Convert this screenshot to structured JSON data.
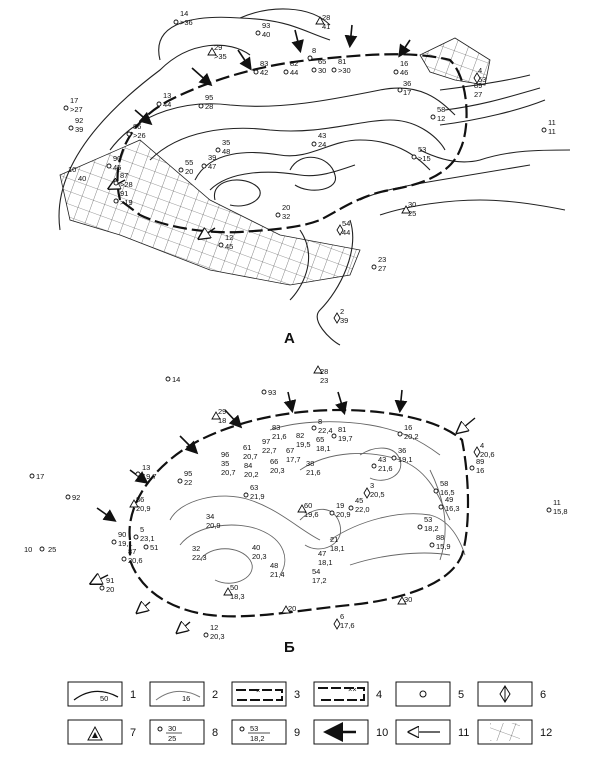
{
  "panels": {
    "a": {
      "label": "А"
    },
    "b": {
      "label": "Б"
    }
  },
  "map_a_points": [
    {
      "id": "14",
      "v": ">36"
    },
    {
      "id": "93",
      "v": "40"
    },
    {
      "id": "28",
      "v": "41"
    },
    {
      "id": "29",
      "v": ">35"
    },
    {
      "id": "8",
      "v": ""
    },
    {
      "id": "83",
      "v": "42"
    },
    {
      "id": "82",
      "v": "44"
    },
    {
      "id": "65",
      "v": "30"
    },
    {
      "id": "81",
      "v": ">30"
    },
    {
      "id": "16",
      "v": "46"
    },
    {
      "id": "36",
      "v": "17"
    },
    {
      "id": "4",
      "v": "53"
    },
    {
      "id": "89",
      "v": "27"
    },
    {
      "id": "17",
      "v": ">27"
    },
    {
      "id": "13",
      "v": "44"
    },
    {
      "id": "95",
      "v": "28"
    },
    {
      "id": "92",
      "v": "39"
    },
    {
      "id": "86",
      "v": ">26"
    },
    {
      "id": "58",
      "v": "12"
    },
    {
      "id": "11",
      "v": "11"
    },
    {
      "id": "43",
      "v": "24"
    },
    {
      "id": "53",
      "v": ">15"
    },
    {
      "id": "10",
      "v": "40"
    },
    {
      "id": "90",
      "v": "45"
    },
    {
      "id": "87",
      "v": ">28"
    },
    {
      "id": "55",
      "v": "20"
    },
    {
      "id": "39",
      "v": "47"
    },
    {
      "id": "35",
      "v": "48"
    },
    {
      "id": "30",
      "v": "25"
    },
    {
      "id": "91",
      "v": ">19"
    },
    {
      "id": "12",
      "v": "45"
    },
    {
      "id": "20",
      "v": "32"
    },
    {
      "id": "54",
      "v": "44"
    },
    {
      "id": "23",
      "v": "27"
    },
    {
      "id": "2",
      "v": "39"
    }
  ],
  "map_b_points": [
    {
      "id": "14",
      "v": ""
    },
    {
      "id": "28",
      "v": "23"
    },
    {
      "id": "93",
      "v": ""
    },
    {
      "id": "29",
      "v": "18"
    },
    {
      "id": "8",
      "v": "22,4"
    },
    {
      "id": "83",
      "v": "21,6"
    },
    {
      "id": "82",
      "v": "19,5"
    },
    {
      "id": "65",
      "v": "18,1"
    },
    {
      "id": "81",
      "v": "19,7"
    },
    {
      "id": "16",
      "v": "20,2"
    },
    {
      "id": "4",
      "v": "20,6"
    },
    {
      "id": "89",
      "v": "16"
    },
    {
      "id": "97",
      "v": "22,7"
    },
    {
      "id": "61",
      "v": "20,7"
    },
    {
      "id": "96",
      "v": ""
    },
    {
      "id": "35",
      "v": "20,7"
    },
    {
      "id": "84",
      "v": "20,2"
    },
    {
      "id": "66",
      "v": "20,3"
    },
    {
      "id": "67",
      "v": "17,7"
    },
    {
      "id": "38",
      "v": "21,6"
    },
    {
      "id": "43",
      "v": "21,6"
    },
    {
      "id": "36",
      "v": "19,1"
    },
    {
      "id": "17",
      "v": ""
    },
    {
      "id": "13",
      "v": "19,7"
    },
    {
      "id": "95",
      "v": "22"
    },
    {
      "id": "63",
      "v": "21,9"
    },
    {
      "id": "3",
      "v": "20,5"
    },
    {
      "id": "58",
      "v": "16,5"
    },
    {
      "id": "92",
      "v": ""
    },
    {
      "id": "86",
      "v": "20,9"
    },
    {
      "id": "60",
      "v": "19,6"
    },
    {
      "id": "19",
      "v": "20,9"
    },
    {
      "id": "45",
      "v": "22,0"
    },
    {
      "id": "49",
      "v": "16,3"
    },
    {
      "id": "11",
      "v": "15,8"
    },
    {
      "id": "5",
      "v": "23,1"
    },
    {
      "id": "51",
      "v": ""
    },
    {
      "id": "90",
      "v": "19,1"
    },
    {
      "id": "87",
      "v": "20,6"
    },
    {
      "id": "53",
      "v": "18,2"
    },
    {
      "id": "88",
      "v": "15,9"
    },
    {
      "id": "10",
      "v": "25"
    },
    {
      "id": "91",
      "v": "20"
    },
    {
      "id": "50",
      "v": "18,3"
    },
    {
      "id": "20",
      "v": ""
    },
    {
      "id": "30",
      "v": ""
    },
    {
      "id": "6",
      "v": "17,6"
    },
    {
      "id": "12",
      "v": "20,3"
    },
    {
      "id": "21",
      "v": "18,1"
    },
    {
      "id": "47",
      "v": "18,1"
    },
    {
      "id": "54",
      "v": "17,2"
    },
    {
      "id": "48",
      "v": "21,4"
    },
    {
      "id": "40",
      "v": "20,3"
    },
    {
      "id": "32",
      "v": "22,3"
    },
    {
      "id": "34",
      "v": "20,9"
    }
  ],
  "legend": [
    {
      "num": "1",
      "sample": "50",
      "icon": "isoline-bold"
    },
    {
      "num": "2",
      "sample": "16",
      "icon": "isoline-thin"
    },
    {
      "num": "3",
      "sample": "",
      "icon": "contour-cross"
    },
    {
      "num": "4",
      "sample": "",
      "icon": "contour-xx"
    },
    {
      "num": "5",
      "sample": "",
      "icon": "circle-point"
    },
    {
      "num": "6",
      "sample": "",
      "icon": "diamond-point"
    },
    {
      "num": "7",
      "sample": "",
      "icon": "triangle-point"
    },
    {
      "num": "8",
      "sample": "30\n25",
      "icon": "point-label"
    },
    {
      "num": "9",
      "sample": "53\n18,2",
      "icon": "point-label"
    },
    {
      "num": "10",
      "sample": "",
      "icon": "solid-arrow"
    },
    {
      "num": "11",
      "sample": "",
      "icon": "hollow-arrow"
    },
    {
      "num": "12",
      "sample": "",
      "icon": "hatch-grid"
    }
  ]
}
